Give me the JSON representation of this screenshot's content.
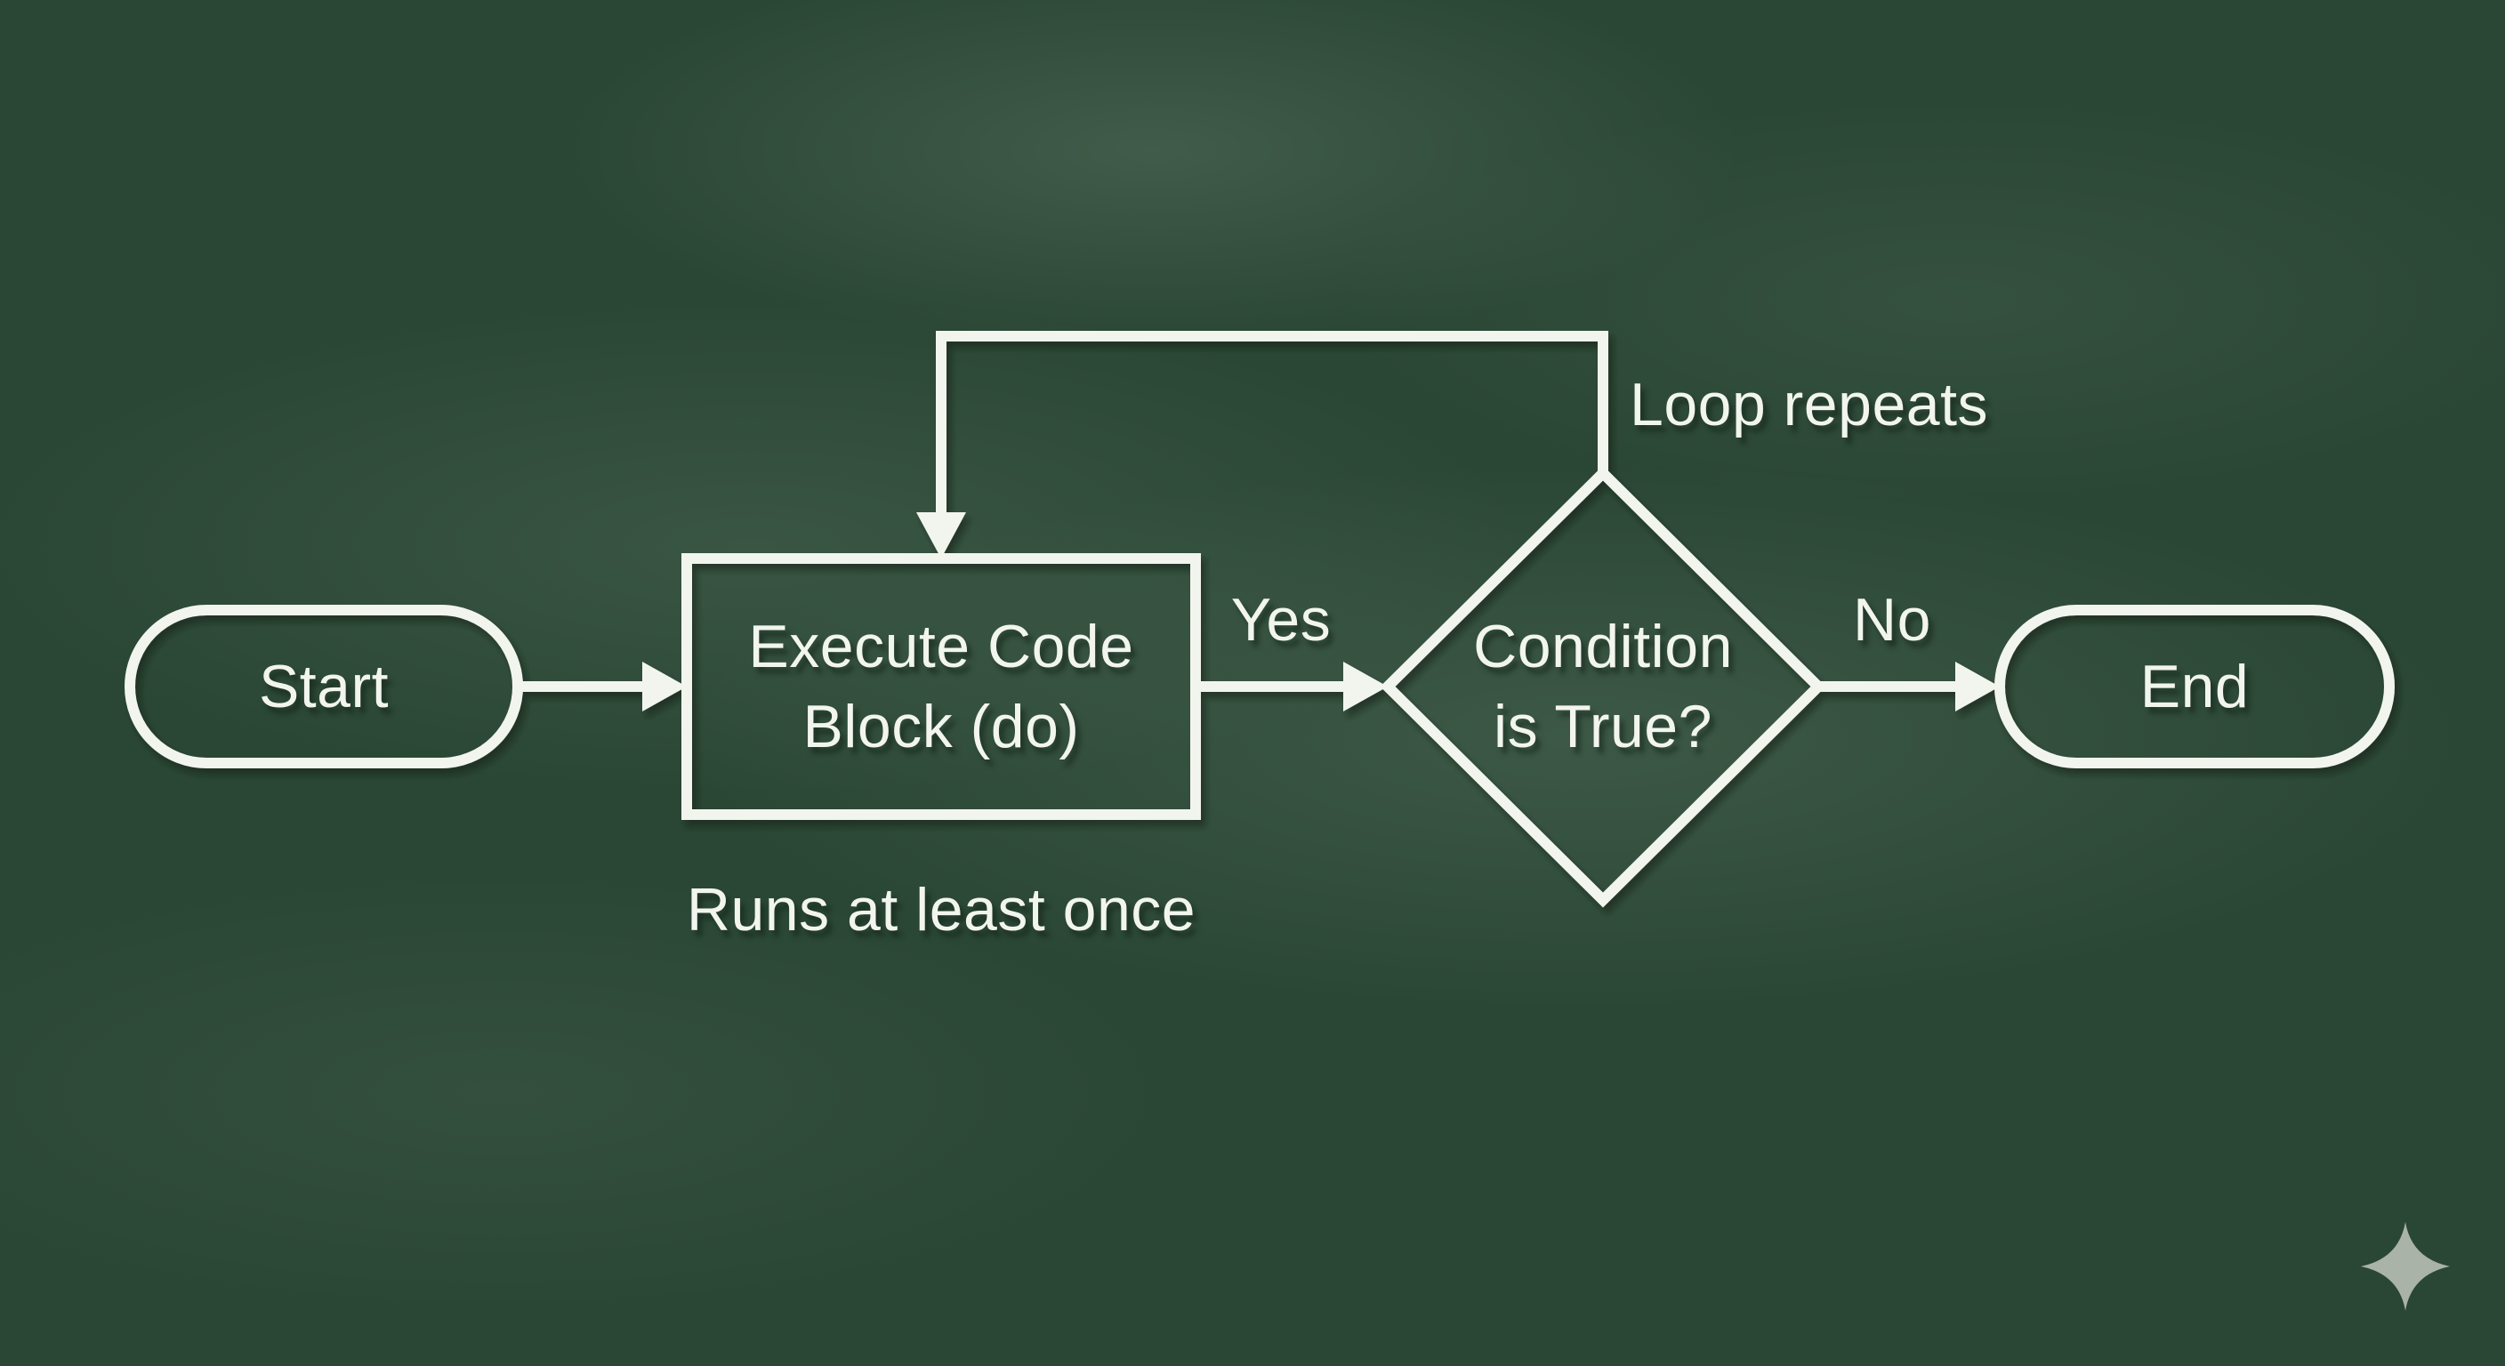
{
  "board": {
    "background_color": "#2a4634",
    "chalk_color": "#f2f5ee",
    "sparkle_color": "#a9b3a7"
  },
  "flowchart": {
    "start": {
      "label": "Start"
    },
    "process": {
      "line1": "Execute Code",
      "line2": "Block (do)",
      "note": "Runs at least once"
    },
    "decision": {
      "line1": "Condition",
      "line2": "is True?"
    },
    "end": {
      "label": "End"
    },
    "edge_labels": {
      "yes": "Yes",
      "no": "No",
      "loop": "Loop repeats"
    }
  },
  "watermark": {
    "icon": "four-point-sparkle"
  }
}
